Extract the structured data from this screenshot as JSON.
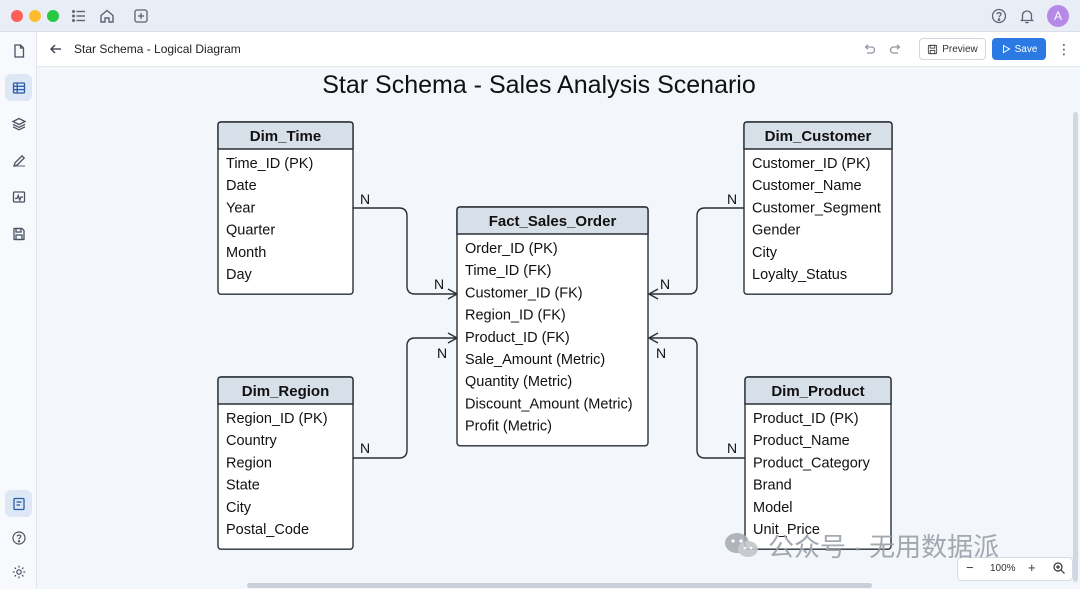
{
  "app": {
    "avatar_initial": "A"
  },
  "header": {
    "doc_title": "Star Schema - Logical Diagram",
    "preview_label": "Preview",
    "save_label": "Save"
  },
  "diagram": {
    "title": "Star Schema - Sales Analysis Scenario",
    "cardinality": "N",
    "tables": {
      "dim_time": {
        "name": "Dim_Time",
        "fields": [
          "Time_ID (PK)",
          "Date",
          "Year",
          "Quarter",
          "Month",
          "Day"
        ]
      },
      "dim_customer": {
        "name": "Dim_Customer",
        "fields": [
          "Customer_ID (PK)",
          "Customer_Name",
          "Customer_Segment",
          "Gender",
          "City",
          "Loyalty_Status"
        ]
      },
      "fact": {
        "name": "Fact_Sales_Order",
        "fields": [
          "Order_ID (PK)",
          "Time_ID (FK)",
          "Customer_ID (FK)",
          "Region_ID (FK)",
          "Product_ID (FK)",
          "Sale_Amount (Metric)",
          "Quantity (Metric)",
          "Discount_Amount (Metric)",
          "Profit (Metric)"
        ]
      },
      "dim_region": {
        "name": "Dim_Region",
        "fields": [
          "Region_ID (PK)",
          "Country",
          "Region",
          "State",
          "City",
          "Postal_Code"
        ]
      },
      "dim_product": {
        "name": "Dim_Product",
        "fields": [
          "Product_ID (PK)",
          "Product_Name",
          "Product_Category",
          "Brand",
          "Model",
          "Unit_Price"
        ]
      }
    }
  },
  "zoom": {
    "minus": "−",
    "value": "100%",
    "plus": "+"
  },
  "watermark": {
    "text": "公众号 · 无用数据派"
  },
  "colors": {
    "header_fill": "#d7dfe9",
    "border": "#2a2f36",
    "accent": "#2b7ae4"
  }
}
